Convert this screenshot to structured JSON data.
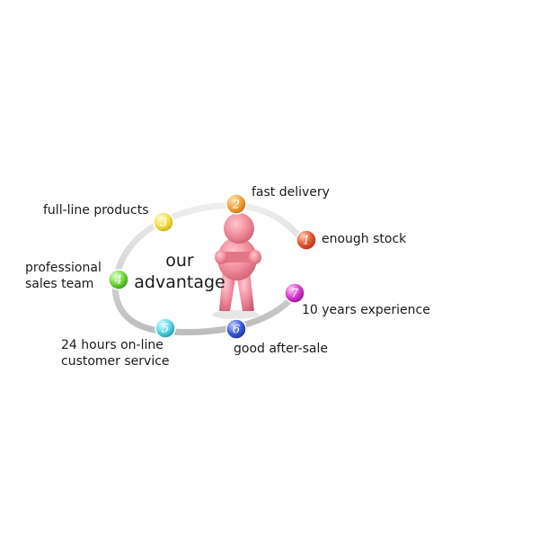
{
  "center": {
    "line1": "our",
    "line2": "advantage"
  },
  "advantages": [
    {
      "number": "1",
      "label": "enough stock",
      "color": "#e4572e"
    },
    {
      "number": "2",
      "label": "fast delivery",
      "color": "#f2a33a"
    },
    {
      "number": "3",
      "label": "full-line products",
      "color": "#f5e04a"
    },
    {
      "number": "4",
      "label_lines": [
        "professional",
        "sales team"
      ],
      "color": "#6ed83a"
    },
    {
      "number": "5",
      "label_lines": [
        "24 hours on-line",
        "customer service"
      ],
      "color": "#5ed6e6"
    },
    {
      "number": "6",
      "label": "good after-sale",
      "color": "#3d5bd6"
    },
    {
      "number": "7",
      "label": "10 years experience",
      "color": "#d63ad0"
    }
  ],
  "figure_color": "#f08a9a",
  "ring_color": "#d9d9d9"
}
